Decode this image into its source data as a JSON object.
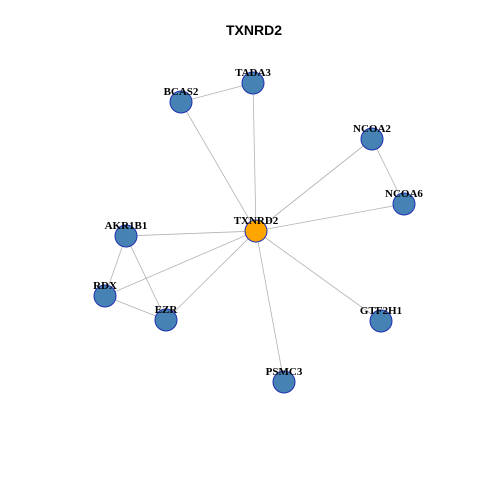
{
  "title": "TXNRD2",
  "colors": {
    "hub": "#FFA500",
    "node": "#4682B4",
    "stroke": "#1E2FB0",
    "edge": "#B3B3B3"
  },
  "nodes": [
    {
      "id": "TXNRD2",
      "label": "TXNRD2",
      "hub": true
    },
    {
      "id": "TADA3",
      "label": "TADA3"
    },
    {
      "id": "BCAS2",
      "label": "BCAS2"
    },
    {
      "id": "NCOA2",
      "label": "NCOA2"
    },
    {
      "id": "NCOA6",
      "label": "NCOA6"
    },
    {
      "id": "AKR1B1",
      "label": "AKR1B1"
    },
    {
      "id": "RDX",
      "label": "RDX"
    },
    {
      "id": "EZR",
      "label": "EZR"
    },
    {
      "id": "GTF2H1",
      "label": "GTF2H1"
    },
    {
      "id": "PSMC3",
      "label": "PSMC3"
    }
  ],
  "edges": [
    [
      "TXNRD2",
      "TADA3"
    ],
    [
      "TXNRD2",
      "BCAS2"
    ],
    [
      "TXNRD2",
      "NCOA2"
    ],
    [
      "TXNRD2",
      "NCOA6"
    ],
    [
      "TXNRD2",
      "AKR1B1"
    ],
    [
      "TXNRD2",
      "RDX"
    ],
    [
      "TXNRD2",
      "EZR"
    ],
    [
      "TXNRD2",
      "GTF2H1"
    ],
    [
      "TXNRD2",
      "PSMC3"
    ],
    [
      "TADA3",
      "BCAS2"
    ],
    [
      "NCOA2",
      "NCOA6"
    ],
    [
      "AKR1B1",
      "RDX"
    ],
    [
      "AKR1B1",
      "EZR"
    ],
    [
      "RDX",
      "EZR"
    ]
  ]
}
